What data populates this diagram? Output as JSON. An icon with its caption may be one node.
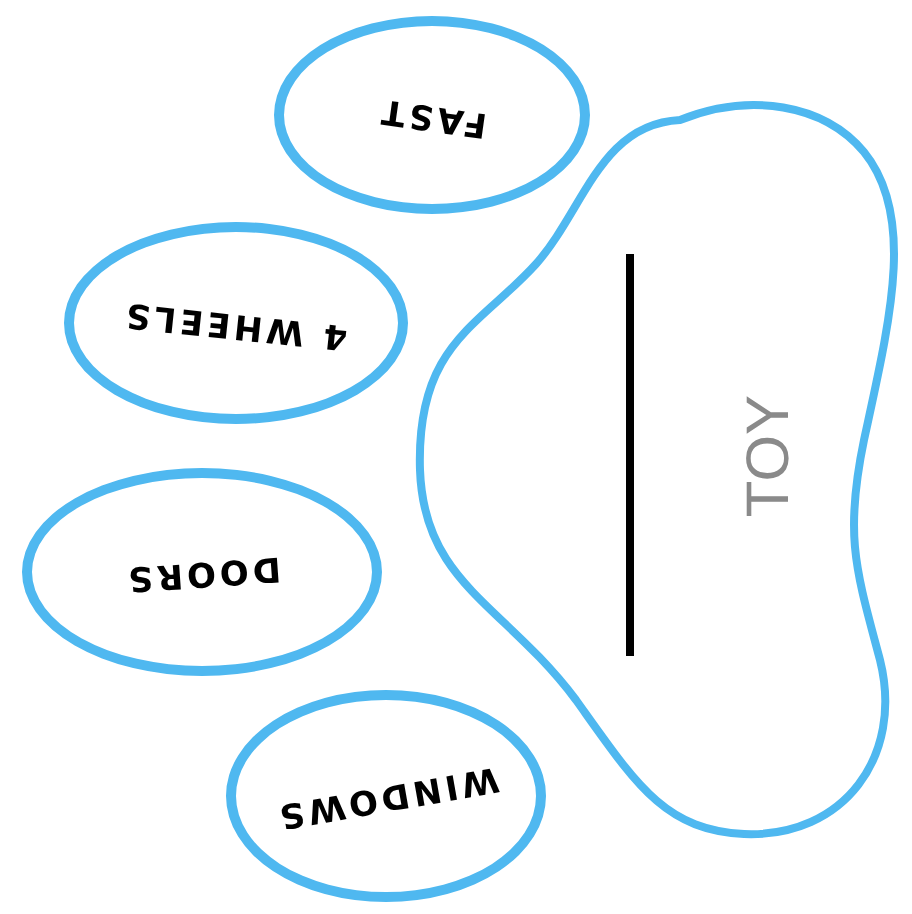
{
  "diagram": {
    "nodes": [
      {
        "text": [
          "TOY"
        ]
      },
      {
        "text": [
          "FAST"
        ]
      },
      {
        "text": [
          "4 WHEELS"
        ]
      },
      {
        "text": [
          "DOORS"
        ]
      },
      {
        "text": [
          "WINDOWS"
        ]
      }
    ]
  }
}
